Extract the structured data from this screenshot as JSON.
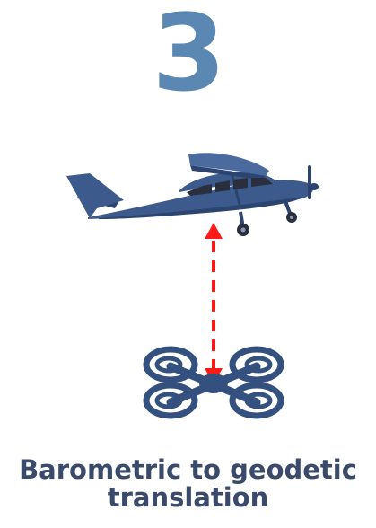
{
  "step": {
    "number": "3"
  },
  "caption": {
    "line1": "Barometric to geodetic",
    "line2": "translation"
  },
  "colors": {
    "number": "#5b87b3",
    "aircraft": "#3d5a8c",
    "aircraft_dark": "#2c4470",
    "window": "#2a2f3d",
    "drone": "#33507f",
    "arrow": "#ff1a1a",
    "caption": "#3a4a6b"
  },
  "icons": {
    "aircraft": "airplane-icon",
    "drone": "drone-icon",
    "arrow": "double-arrow-icon"
  }
}
